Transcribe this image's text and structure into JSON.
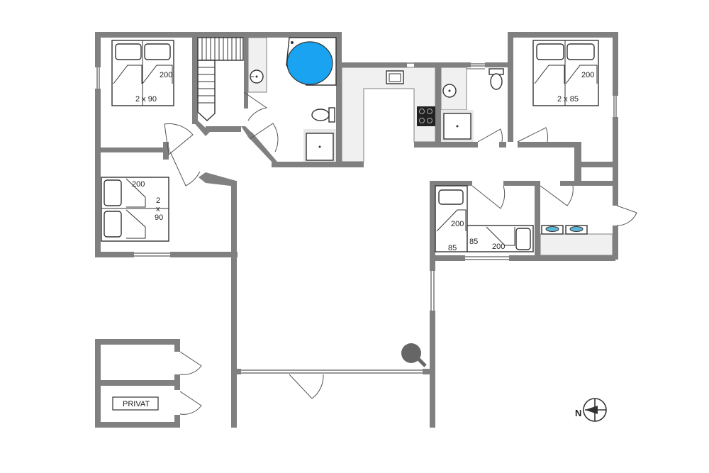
{
  "labels": {
    "bed_nw_width": "2 x 90",
    "bed_nw_length": "200",
    "bed_w_length": "200",
    "bed_w_2": "2",
    "bed_w_x": "x",
    "bed_w_90": "90",
    "bed_ne_width": "2 x 85",
    "bed_ne_length": "200",
    "bunk_top_length": "200",
    "bunk_top_width": "85",
    "bunk_bottom_width": "85",
    "bunk_bottom_length": "200",
    "storage_private": "PRIVAT",
    "compass_north": "N"
  },
  "colors": {
    "wall": "#808080",
    "pool": "#1aa3f0",
    "furniture_line": "#333333"
  },
  "icons": [
    "compass-icon",
    "stove-icon",
    "sink-icon",
    "toilet-icon",
    "shower-icon",
    "whirlpool-tub-icon",
    "sauna-bench-icon",
    "washing-machine-icon",
    "fireplace-icon"
  ]
}
